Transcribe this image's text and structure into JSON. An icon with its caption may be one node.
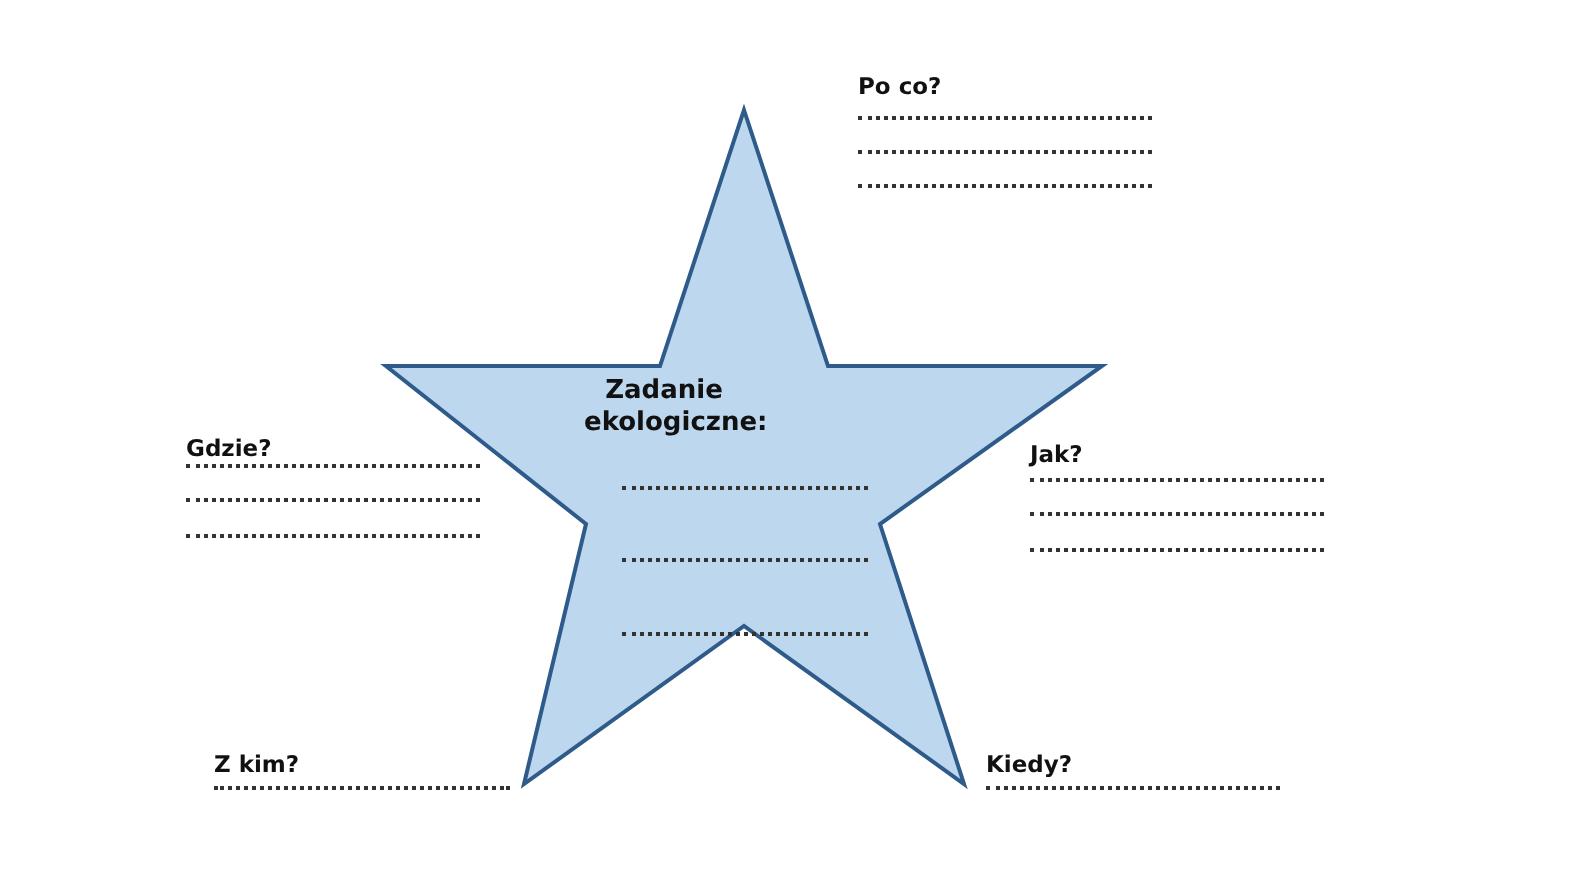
{
  "diagram": {
    "nodes": [
      {
        "text": [
          "Zadanie ekologiczne:"
        ]
      }
    ],
    "edges": [],
    "labels": [
      "Po co?",
      "Gdzie?",
      "Jak?",
      "Z kim?",
      "Kiedy?"
    ]
  }
}
